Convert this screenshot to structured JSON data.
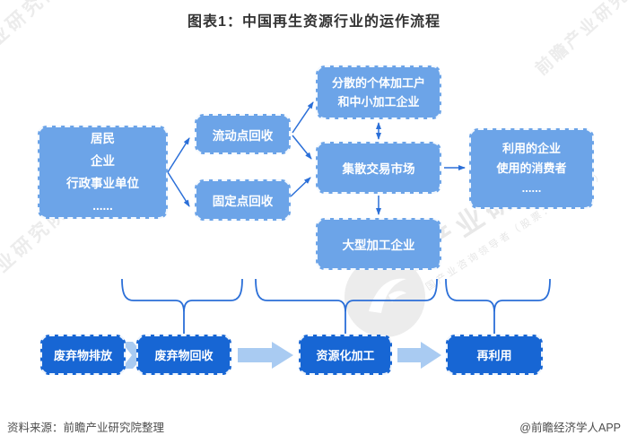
{
  "title": "图表1：中国再生资源行业的运作流程",
  "diagram": {
    "nodes": {
      "source": {
        "lines": [
          "居民",
          "企业",
          "行政事业单位",
          "......"
        ]
      },
      "mobile_collection": {
        "label": "流动点回收"
      },
      "fixed_collection": {
        "label": "固定点回收"
      },
      "scattered_processors": {
        "lines": [
          "分散的个体加工户",
          "和中小加工企业"
        ]
      },
      "trading_market": {
        "label": "集散交易市场"
      },
      "large_processors": {
        "label": "大型加工企业"
      },
      "end_users": {
        "lines": [
          "利用的企业",
          "使用的消费者",
          "......"
        ]
      }
    },
    "stages": [
      {
        "label": "废弃物排放"
      },
      {
        "label": "废弃物回收"
      },
      {
        "label": "资源化加工"
      },
      {
        "label": "再利用"
      }
    ]
  },
  "watermark": {
    "brand": "前瞻产业研究院",
    "tagline": "中国产业咨询领导者（股票：839599）"
  },
  "footer": {
    "source": "资料来源：前瞻产业研究院整理",
    "credit": "@前瞻经济学人APP"
  },
  "colors": {
    "box_light": "#6CA4E8",
    "box_dark": "#1766D4",
    "connector_blue": "#2B6FD8",
    "arrow_light": "#A9CBF2",
    "title_text": "#333333"
  }
}
